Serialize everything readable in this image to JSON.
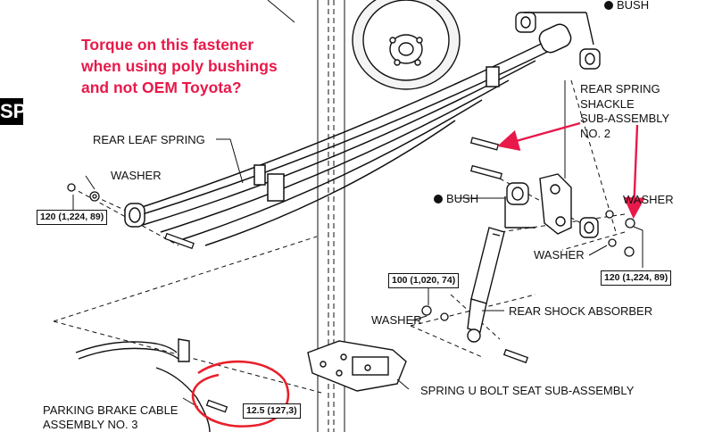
{
  "annotation": {
    "lines": [
      "Torque on this fastener",
      "when using poly bushings",
      "and not OEM Toyota?"
    ],
    "color": "#e8194a"
  },
  "tab": {
    "label": "SP"
  },
  "labels": {
    "bush_top": "BUSH",
    "bush_mid": "BUSH",
    "rear_spring_shackle": [
      "REAR SPRING",
      "SHACKLE",
      "SUB-ASSEMBLY",
      "NO. 2"
    ],
    "rear_leaf_spring": "REAR LEAF SPRING",
    "washer_left": "WASHER",
    "washer_right": "WASHER",
    "washer_right_lower": "WASHER",
    "washer_shock": "WASHER",
    "rear_shock_absorber": "REAR SHOCK ABSORBER",
    "spring_u_bolt_seat": "SPRING U BOLT SEAT SUB-ASSEMBLY",
    "parking_brake_cable": [
      "PARKING BRAKE CABLE",
      "ASSEMBLY NO. 3"
    ]
  },
  "torques": {
    "left": "120 (1,224, 89)",
    "right": "120 (1,224, 89)",
    "shock": "100 (1,020, 74)",
    "brake": "12.5 (127,3)"
  },
  "colors": {
    "ink": "#111111",
    "annotation": "#e8194a",
    "circle": "#e8202a"
  }
}
